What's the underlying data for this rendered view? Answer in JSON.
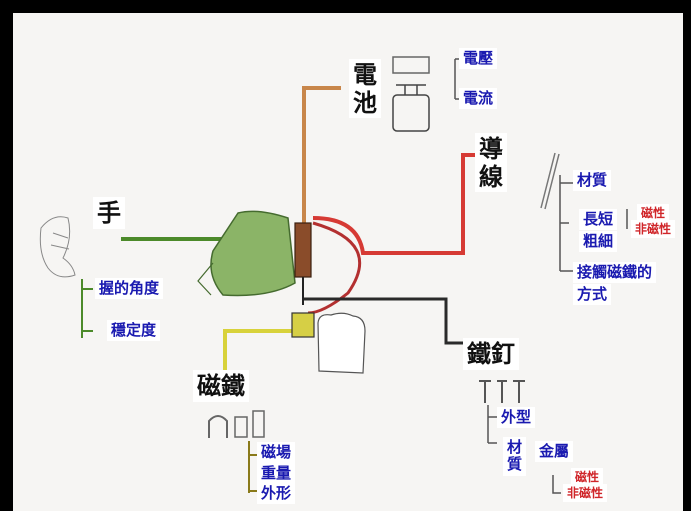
{
  "nodes": {
    "battery": "電池",
    "wire": "導線",
    "hand": "手",
    "magnet": "磁鐵",
    "nail": "鐵釘"
  },
  "battery_items": [
    "電壓",
    "電流"
  ],
  "wire_items": {
    "material": "材質",
    "length_thickness": [
      "長短",
      "粗細"
    ],
    "magnetic_types": [
      "磁性",
      "非磁性"
    ],
    "contact_method": [
      "接觸磁鐵的",
      "方式"
    ]
  },
  "hand_items": [
    "握的角度",
    "穩定度"
  ],
  "magnet_items": [
    "磁場",
    "重量",
    "外形"
  ],
  "nail_items": {
    "shape": "外型",
    "material_label": "材質",
    "metal": "金屬",
    "magnetic_types": [
      "磁性",
      "非磁性"
    ]
  },
  "colors": {
    "battery_wire": "#c8864a",
    "red_wire": "#d63a34",
    "hand_wire": "#4c8a2a",
    "magnet_wire": "#d8d23a",
    "nail_wire": "#2a2a2a",
    "label_blue": "#1a1ab0",
    "label_red": "#d0262a"
  }
}
